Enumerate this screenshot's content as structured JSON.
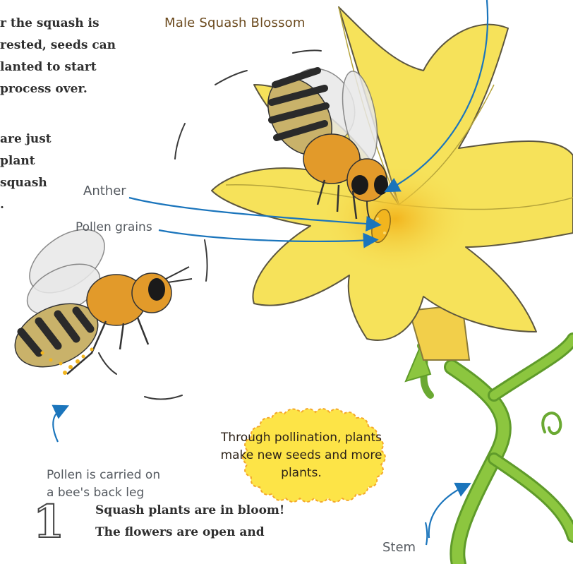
{
  "intro_paragraph": {
    "lines": [
      "r the squash is",
      "rested, seeds can",
      "lanted to start",
      "process over."
    ]
  },
  "second_paragraph": {
    "lines": [
      "are just",
      "plant",
      "squash",
      "."
    ]
  },
  "flower": {
    "title": "Male Squash Blossom",
    "labels": {
      "anther": "Anther",
      "pollen_grains": "Pollen grains",
      "stem": "Stem"
    }
  },
  "bee_caption": {
    "lines": [
      "Pollen is carried on",
      "a bee's back leg"
    ]
  },
  "callout": {
    "text": "Through pollination, plants make new seeds and more plants."
  },
  "step": {
    "number": "1",
    "lines": [
      "Squash plants are in bloom!",
      "The flowers are open and"
    ]
  },
  "colors": {
    "petal": "#f6e25a",
    "petal_shadow": "#e9c43a",
    "stem": "#8cc63f",
    "arrow": "#1b75bc",
    "callout_fill": "#fde447",
    "callout_edge": "#f4a62a"
  }
}
